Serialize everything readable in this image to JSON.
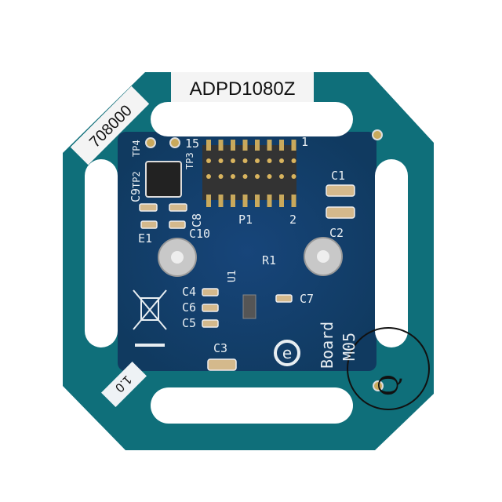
{
  "board": {
    "part_label": "ADPD1080Z",
    "serial_label": "708000",
    "rev_label": "1.0",
    "colors": {
      "board_edge": "#0f6f7a",
      "board_center": "#133e6b",
      "silkscreen": "#e8eef2",
      "pad_gold": "#c9a95c"
    },
    "silkscreen": {
      "tp4": "TP4",
      "tp2": "TP2",
      "tp3": "TP3",
      "pin15": "15",
      "pin1": "1",
      "pin2": "2",
      "p1": "P1",
      "c1": "C1",
      "c2": "C2",
      "c3": "C3",
      "c4": "C4",
      "c5": "C5",
      "c6": "C6",
      "c7": "C7",
      "c8": "C8",
      "c9": "C9",
      "c10": "C10",
      "e1": "E1",
      "r1": "R1",
      "u1": "U1",
      "board": "Board",
      "model": "M05"
    },
    "handwritten_mark": "Q"
  }
}
